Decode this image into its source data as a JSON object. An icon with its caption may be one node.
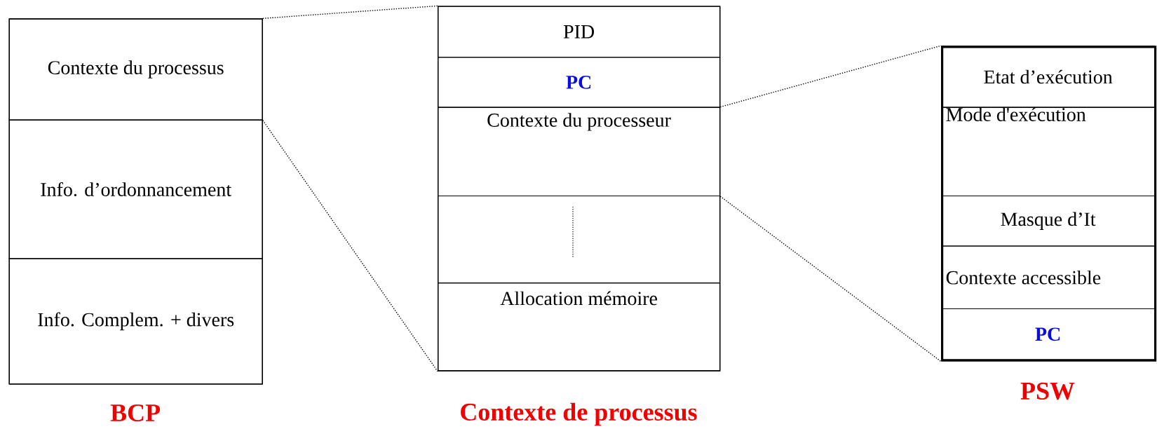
{
  "diagram": {
    "nodes": [
      {
        "text": [
          "BCP"
        ]
      },
      {
        "text": [
          "Contexte du processus"
        ],
        "in": 0
      },
      {
        "text": [
          "Info. d’ordonnancement"
        ],
        "in": 0
      },
      {
        "text": [
          "Info. Complem. + divers"
        ],
        "in": 0
      },
      {
        "text": [
          "Contexte de processus"
        ]
      },
      {
        "text": [
          "PID"
        ],
        "in": 4
      },
      {
        "text": [
          "PC"
        ],
        "in": 4
      },
      {
        "text": [
          "Contexte du processeur"
        ],
        "in": 4
      },
      {
        "text": [],
        "shape": "box",
        "in": 4
      },
      {
        "text": [
          "Allocation mémoire"
        ],
        "in": 4
      },
      {
        "text": [
          "PSW"
        ]
      },
      {
        "text": [
          "Etat d’exécution"
        ],
        "in": 10
      },
      {
        "text": [
          "Mode d'exécution"
        ],
        "in": 10
      },
      {
        "text": [
          "Masque d’It"
        ],
        "in": 10
      },
      {
        "text": [
          "Contexte accessible"
        ],
        "in": 10
      },
      {
        "text": [
          "PC"
        ],
        "in": 10
      }
    ],
    "edges": [
      {
        "from": 1,
        "to": 4,
        "arrow": "none",
        "style": "dashed"
      },
      {
        "from": 1,
        "to": 4,
        "arrow": "none",
        "style": "dashed"
      },
      {
        "from": 7,
        "to": 10,
        "arrow": "none",
        "style": "dashed"
      },
      {
        "from": 7,
        "to": 10,
        "arrow": "none",
        "style": "dashed"
      }
    ]
  }
}
